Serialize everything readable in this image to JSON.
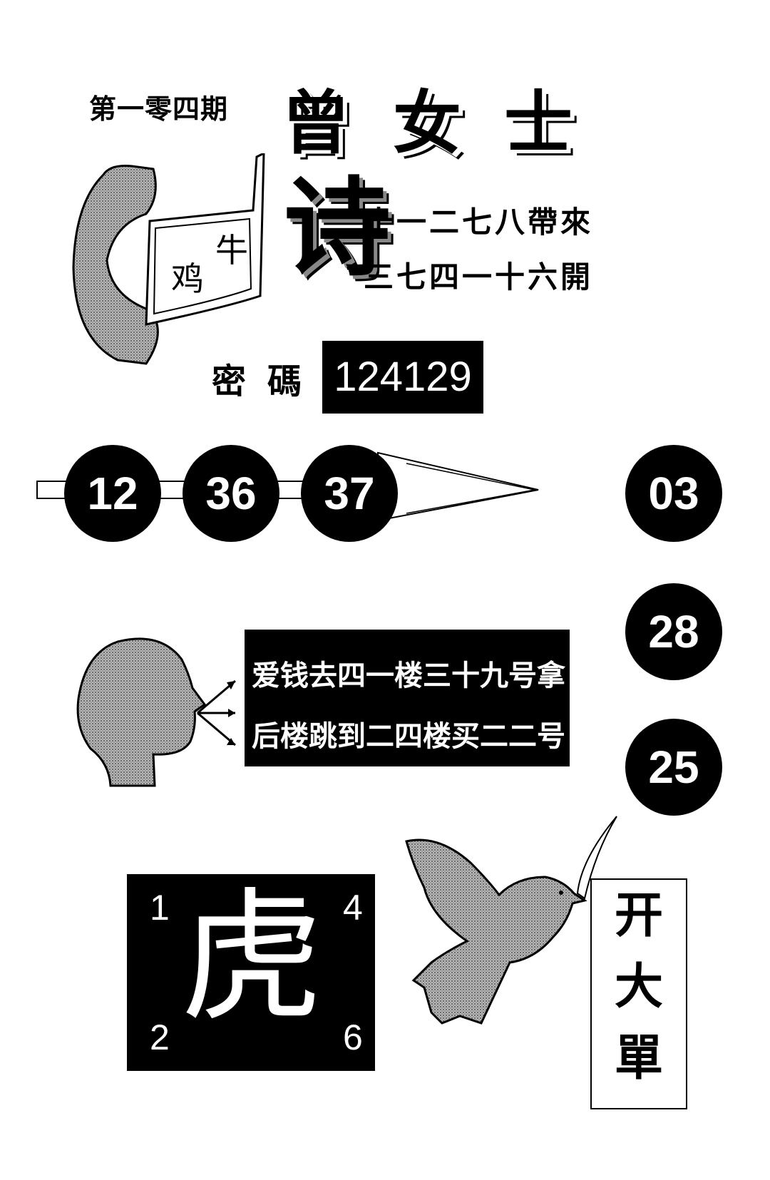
{
  "header": {
    "issue": "第一零四期",
    "title": "曾女士"
  },
  "card": {
    "char_top": "牛",
    "char_bottom": "鸡"
  },
  "poem": {
    "char": "诗",
    "line1": "十一二七八帶來",
    "line2": "三七四一十六開"
  },
  "secret_code": {
    "label": "密碼",
    "value": "124129"
  },
  "arrow_numbers": [
    "12",
    "36",
    "37"
  ],
  "right_numbers": [
    "03",
    "28",
    "25"
  ],
  "speech": {
    "line1": "爱钱去四一楼三十九号拿",
    "line2": "后楼跳到二四楼买二二号"
  },
  "tiger": {
    "char": "虎",
    "corners": {
      "top_left": "1",
      "top_right": "4",
      "bottom_left": "2",
      "bottom_right": "6"
    }
  },
  "big_order": [
    "开",
    "大",
    "單"
  ],
  "colors": {
    "ink": "#000000",
    "paper": "#ffffff",
    "stipple": "#8a8a8a"
  },
  "icons": [
    "telephone-handset-icon",
    "head-speaking-icon",
    "dove-icon",
    "arrow-icon"
  ]
}
